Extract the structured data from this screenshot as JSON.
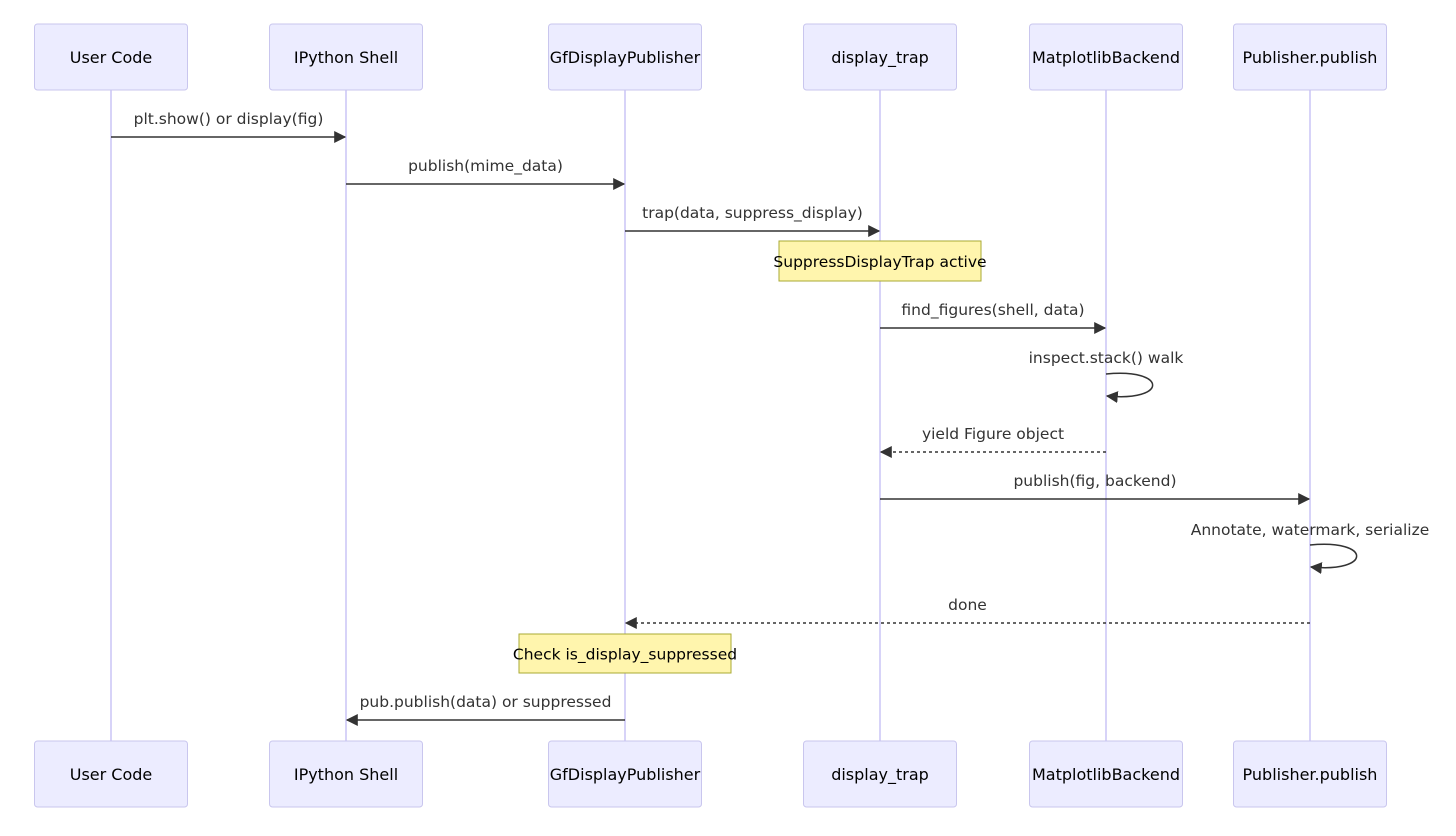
{
  "participants": [
    {
      "id": "user",
      "label": "User Code"
    },
    {
      "id": "shell",
      "label": "IPython Shell"
    },
    {
      "id": "gfdp",
      "label": "GfDisplayPublisher"
    },
    {
      "id": "trap",
      "label": "display_trap"
    },
    {
      "id": "backend",
      "label": "MatplotlibBackend"
    },
    {
      "id": "pub",
      "label": "Publisher.publish"
    }
  ],
  "messages": [
    {
      "from": "user",
      "to": "shell",
      "label": "plt.show() or display(fig)",
      "style": "solid"
    },
    {
      "from": "shell",
      "to": "gfdp",
      "label": "publish(mime_data)",
      "style": "solid"
    },
    {
      "from": "gfdp",
      "to": "trap",
      "label": "trap(data, suppress_display)",
      "style": "solid"
    },
    {
      "from": "trap",
      "to": "backend",
      "label": "find_figures(shell, data)",
      "style": "solid"
    },
    {
      "from": "backend",
      "to": "backend",
      "label": "inspect.stack() walk",
      "style": "solid"
    },
    {
      "from": "backend",
      "to": "trap",
      "label": "yield Figure object",
      "style": "dashed"
    },
    {
      "from": "trap",
      "to": "pub",
      "label": "publish(fig, backend)",
      "style": "solid"
    },
    {
      "from": "pub",
      "to": "pub",
      "label": "Annotate, watermark, serialize",
      "style": "solid"
    },
    {
      "from": "pub",
      "to": "gfdp",
      "label": "done",
      "style": "dashed"
    },
    {
      "from": "gfdp",
      "to": "shell",
      "label": "pub.publish(data) or suppressed",
      "style": "solid"
    }
  ],
  "notes": [
    {
      "over": "trap",
      "label": "SuppressDisplayTrap active"
    },
    {
      "over": "gfdp",
      "label": "Check is_display_suppressed"
    }
  ],
  "colors": {
    "actor_fill": "#ECECFF",
    "actor_border": "#C9C6EE",
    "lifeline": "#D7D3F8",
    "message": "#333333",
    "note_fill": "#FFF5AD",
    "note_border": "#AAAA33"
  }
}
